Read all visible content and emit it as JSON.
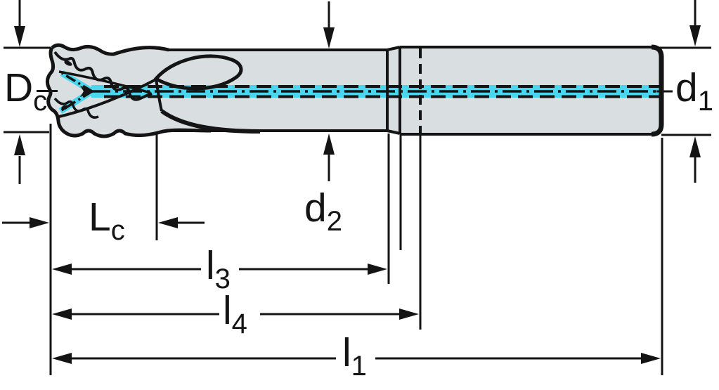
{
  "diagram": {
    "labels": {
      "dc": {
        "main": "D",
        "sub": "c"
      },
      "d1": {
        "main": "d",
        "sub": "1"
      },
      "d2": {
        "main": "d",
        "sub": "2"
      },
      "lc": {
        "main": "L",
        "sub": "c"
      },
      "l3": {
        "main": "l",
        "sub": "3"
      },
      "l4": {
        "main": "l",
        "sub": "4"
      },
      "l1": {
        "main": "l",
        "sub": "1"
      }
    },
    "colors": {
      "coolant_cyan": "#49d6ee",
      "body_fill": "#d9dee1",
      "line_black": "#141414",
      "background": "#ffffff"
    }
  }
}
